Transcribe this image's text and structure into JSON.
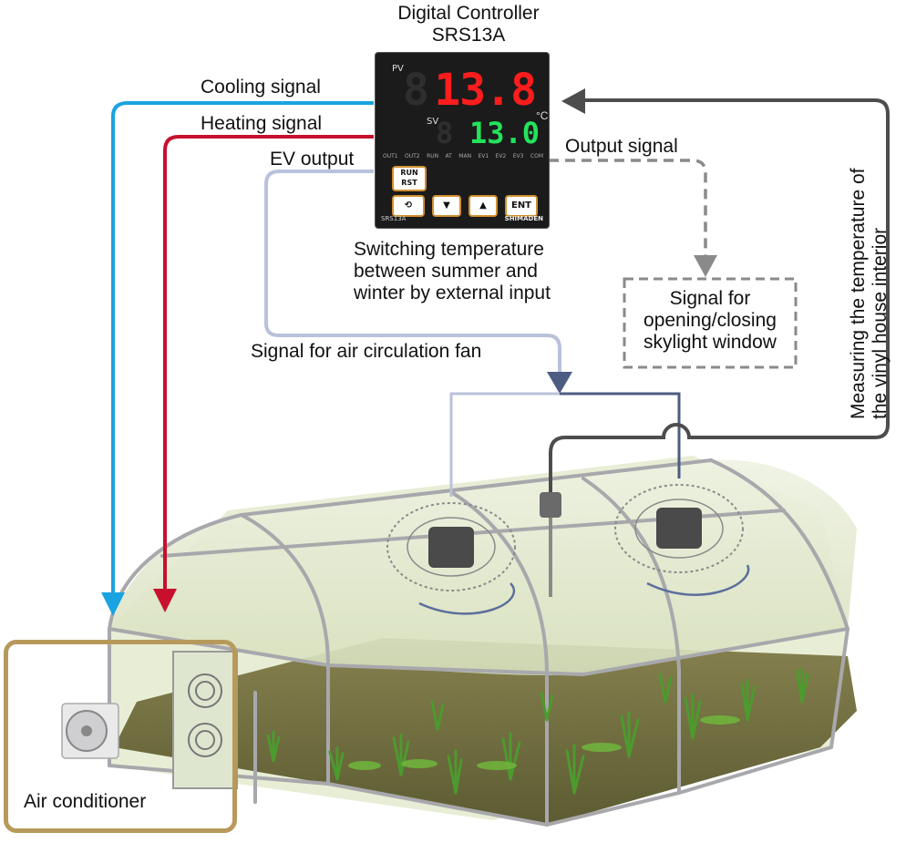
{
  "controller": {
    "title": "Digital Controller",
    "model": "SRS13A",
    "pv_label": "PV",
    "sv_label": "SV",
    "pv_value": "13.8",
    "sv_value": "13.0",
    "unit": "°C",
    "indicators": [
      "OUT1",
      "OUT2",
      "RUN",
      "AT",
      "MAN",
      "EV1",
      "EV2",
      "EV3",
      "COM"
    ],
    "buttons": {
      "run_rst": "RUN/RST",
      "mode": "⟲",
      "down": "▼",
      "up": "▲",
      "ent": "ENT"
    },
    "model_small": "SRS13A",
    "brand": "SHIMADEN"
  },
  "labels": {
    "cooling": "Cooling signal",
    "heating": "Heating signal",
    "ev_output": "EV output",
    "output_signal": "Output signal",
    "switching": [
      "Switching temperature",
      "between summer and",
      "winter by external input"
    ],
    "skylight": [
      "Signal for",
      "opening/closing",
      "skylight window"
    ],
    "fan": "Signal for air circulation fan",
    "measuring": [
      "Measuring the temperature of",
      "the vinyl house interior"
    ],
    "air_conditioner": "Air conditioner"
  },
  "colors": {
    "cooling": "#1aa3e0",
    "heating": "#c8102e",
    "ev_output": "#b9c2da",
    "fan_dark": "#4c5c82",
    "sensor": "#4d4d4d",
    "output_dashed": "#8a8a8a"
  }
}
